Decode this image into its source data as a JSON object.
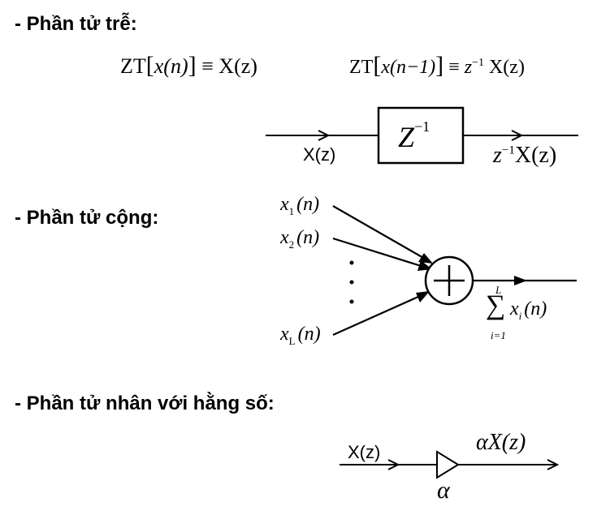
{
  "sections": {
    "delay": {
      "heading": "- Phần tử trễ:",
      "eq1": {
        "op": "ZT",
        "arg": "x(n)",
        "rel": "≡",
        "rhs": "X(z)"
      },
      "eq2": {
        "op": "ZT",
        "arg": "x(n−1)",
        "rel": "≡",
        "rhs_factor": "z",
        "rhs_exp": "−1",
        "rhs": "X(z)"
      },
      "block": {
        "label": "Z",
        "exp": "−1"
      },
      "input_label": "X(z)",
      "output_label_factor": "z",
      "output_label_exp": "−1",
      "output_label": "X(z)"
    },
    "adder": {
      "heading": "- Phần tử cộng:",
      "inputs": [
        {
          "base": "x",
          "sub": "1",
          "arg": "(n)"
        },
        {
          "base": "x",
          "sub": "2",
          "arg": "(n)"
        },
        {
          "base": "x",
          "sub": "L",
          "arg": "(n)"
        }
      ],
      "sum_symbol": "+",
      "output": {
        "sigma": "∑",
        "upper": "L",
        "lower": "i=1",
        "base": "x",
        "sub": "i",
        "arg": "(n)"
      }
    },
    "multiplier": {
      "heading": "- Phần tử nhân với hằng số:",
      "input_label": "X(z)",
      "output_label": "αX(z)",
      "coef": "α"
    }
  }
}
